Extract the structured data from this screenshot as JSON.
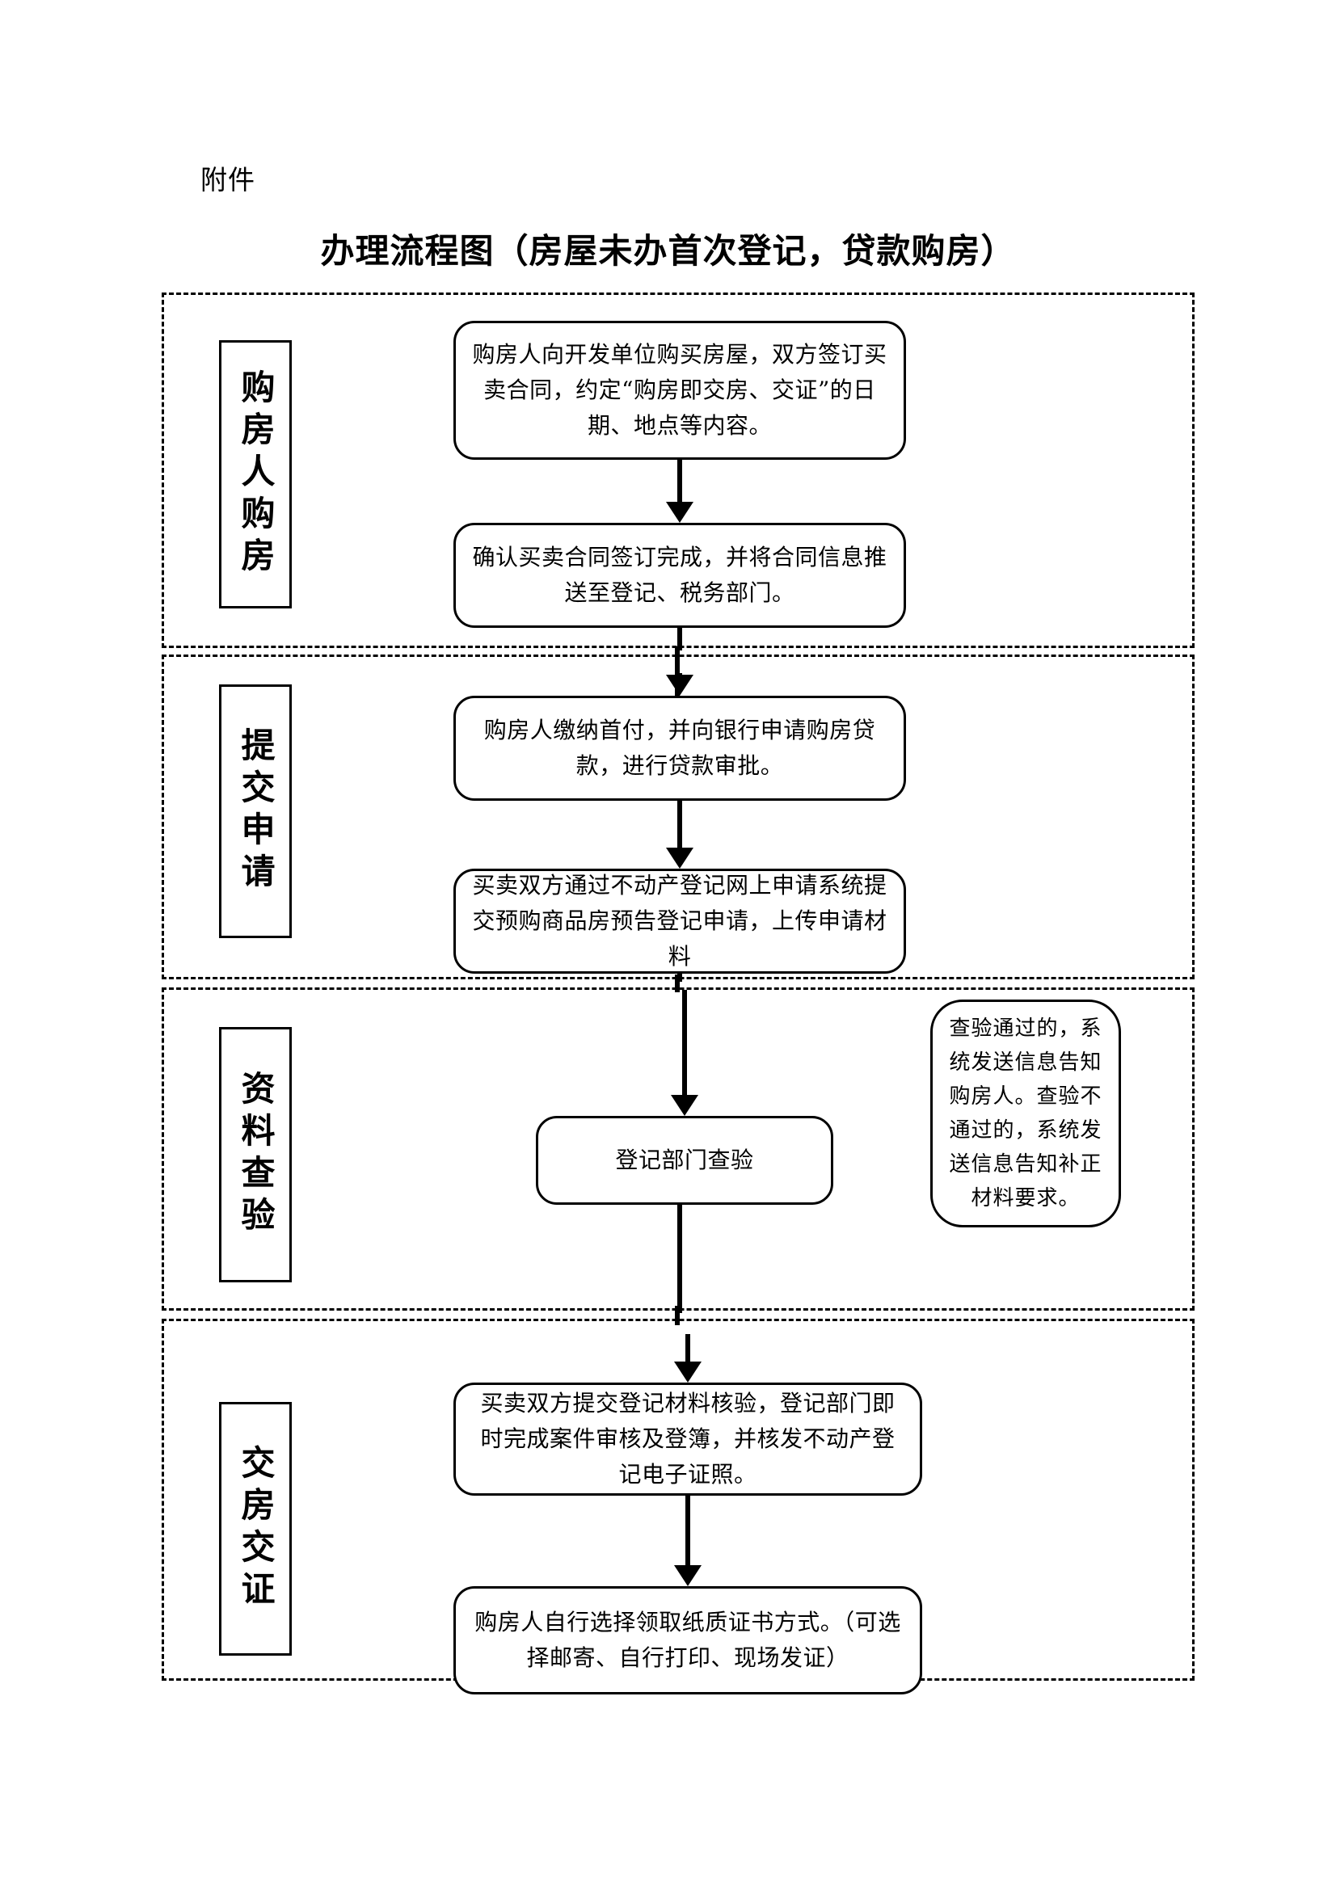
{
  "document": {
    "attachment_label": "附件",
    "title": "办理流程图（房屋未办首次登记，贷款购房）"
  },
  "stages": [
    {
      "id": "stage-0",
      "label": "购房人购房",
      "boxes": [
        {
          "id": "box-0-0",
          "text": "购房人向开发单位购买房屋，双方签订买卖合同，约定“购房即交房、交证”的日期、地点等内容。"
        },
        {
          "id": "box-0-1",
          "text": "确认买卖合同签订完成，并将合同信息推送至登记、税务部门。"
        }
      ]
    },
    {
      "id": "stage-1",
      "label": "提交申请",
      "boxes": [
        {
          "id": "box-1-0",
          "text": "购房人缴纳首付，并向银行申请购房贷款，进行贷款审批。"
        },
        {
          "id": "box-1-1",
          "text": "买卖双方通过不动产登记网上申请系统提交预购商品房预告登记申请，上传申请材料"
        }
      ]
    },
    {
      "id": "stage-2",
      "label": "资料查验",
      "boxes": [
        {
          "id": "box-2-0",
          "text": "登记部门查验"
        },
        {
          "id": "box-2-side",
          "text": "查验通过的，系统发送信息告知购房人。查验不通过的，系统发送信息告知补正材料要求。"
        }
      ]
    },
    {
      "id": "stage-3",
      "label": "交房交证",
      "boxes": [
        {
          "id": "box-3-0",
          "text": "买卖双方提交登记材料核验，登记部门即时完成案件审核及登簿，并核发不动产登记电子证照。"
        },
        {
          "id": "box-3-1",
          "text": "购房人自行选择领取纸质证书方式。（可选择邮寄、自行打印、现场发证）"
        }
      ]
    }
  ],
  "colors": {
    "ink": "#000000",
    "paper": "#ffffff"
  }
}
